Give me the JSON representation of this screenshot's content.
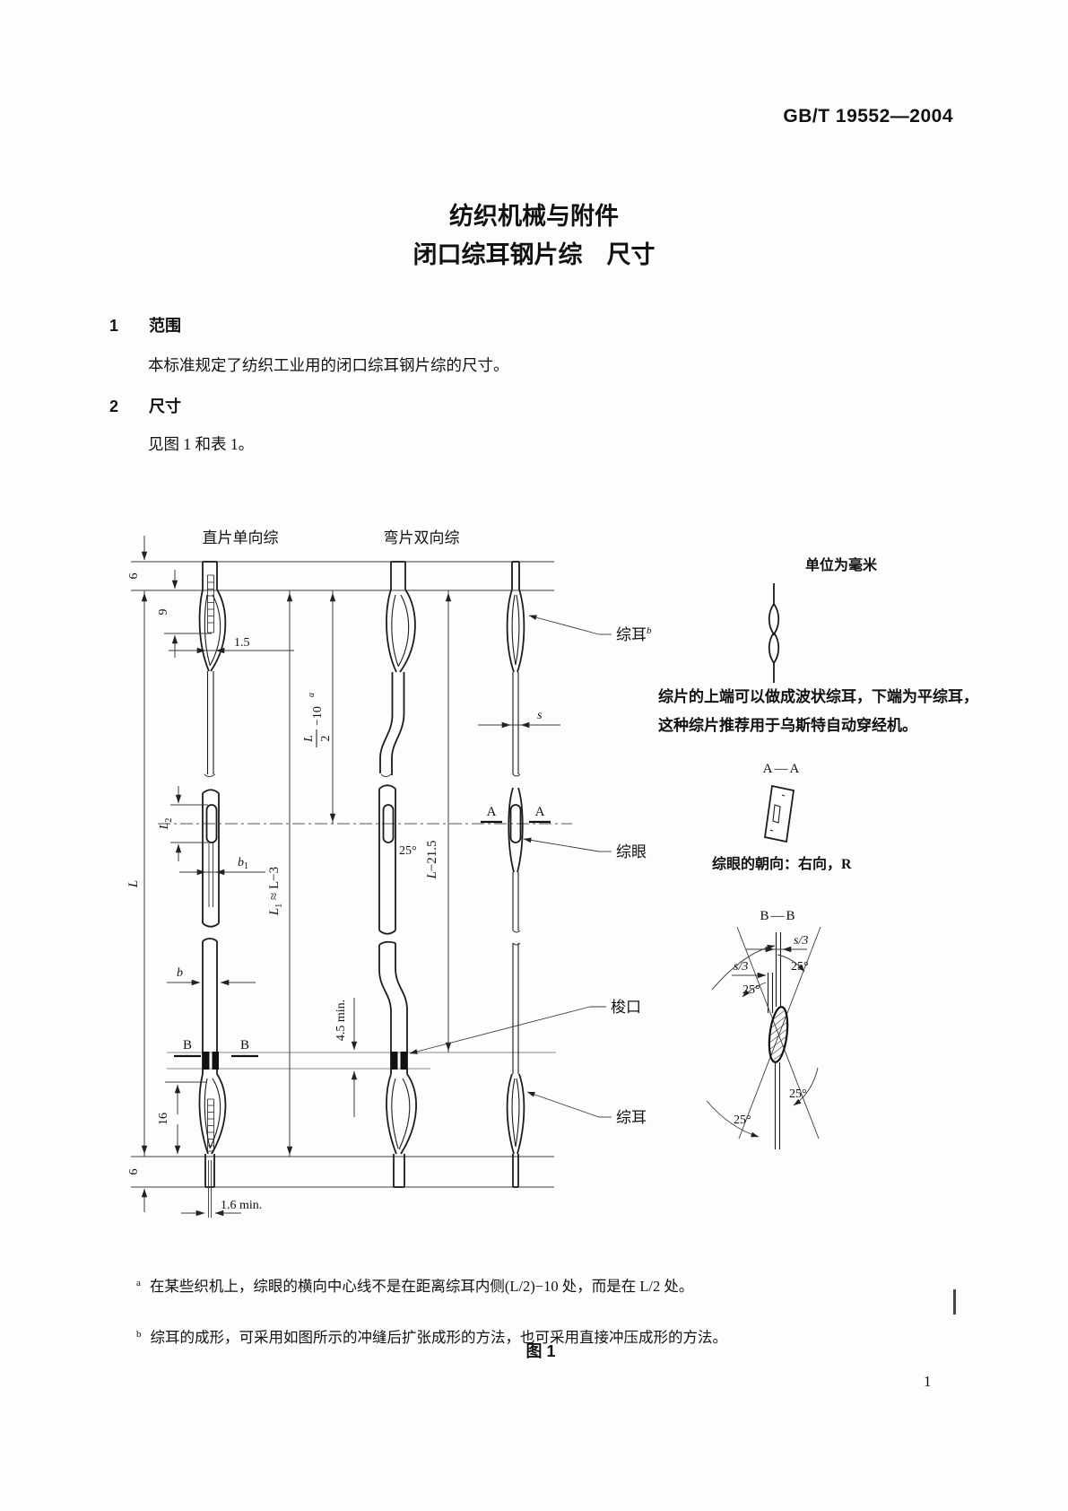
{
  "header": {
    "code": "GB/T 19552—2004"
  },
  "title": {
    "line1": "纺织机械与附件",
    "line2": "闭口综耳钢片综　尺寸"
  },
  "sections": [
    {
      "num": "1",
      "title": "范围",
      "body": "本标准规定了纺织工业用的闭口综耳钢片综的尺寸。"
    },
    {
      "num": "2",
      "title": "尺寸",
      "body": "见图 1 和表 1。"
    }
  ],
  "figure": {
    "unit_note": "单位为毫米",
    "labels": {
      "col1": "直片单向综",
      "col2": "弯片双向综"
    },
    "callouts": {
      "ear_top": "综耳",
      "ear_top_sup": "b",
      "eye": "综眼",
      "shed": "梭口",
      "ear_bottom": "综耳"
    },
    "dims": {
      "six": "6",
      "nine": "9",
      "one_five": "1.5",
      "L": "L",
      "L2_sym": "L",
      "L2_sub": "2",
      "b1_sym": "b",
      "b1_sub": "1",
      "b": "b",
      "sixteen": "16",
      "one_six_min": "1.6 min.",
      "l1_sym": "L",
      "l1_sub": "1",
      "l1_rest": " ≈ L−3",
      "half_num": "L",
      "half_den": "2",
      "half_rest": "−10",
      "half_sup": "a",
      "l215_sym": "L",
      "l215_rest": "−21.5",
      "s": "s",
      "s3": "s/3",
      "four_five_min": "4.5 min.",
      "deg25": "25°",
      "A": "A",
      "B": "B"
    },
    "side_note": {
      "line1": "综片的上端可以做成波状综耳，下端为平综耳，",
      "line2": "这种综片推荐用于乌斯特自动穿经机。"
    },
    "views": {
      "aa": "A—A",
      "bb": "B—B",
      "eye_direction": "综眼的朝向：右向，R"
    }
  },
  "footnotes": [
    {
      "sup": "a",
      "text": "在某些织机上，综眼的横向中心线不是在距离综耳内侧(L/2)−10 处，而是在 L/2 处。"
    },
    {
      "sup": "b",
      "text": "综耳的成形，可采用如图所示的冲缝后扩张成形的方法，也可采用直接冲压成形的方法。"
    }
  ],
  "caption": "图 1",
  "page_number": "1"
}
